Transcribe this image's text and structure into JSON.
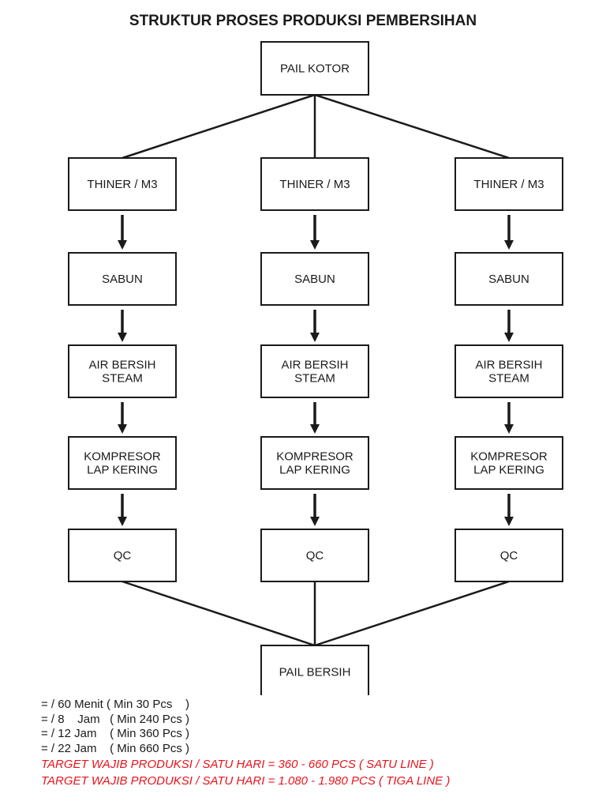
{
  "title": "STRUKTUR PROSES PRODUKSI PEMBERSIHAN",
  "top_node": "PAIL KOTOR",
  "bottom_node": "PAIL BERSIH",
  "lines": [
    {
      "steps": [
        [
          "THINER / M3"
        ],
        [
          "SABUN"
        ],
        [
          "AIR BERSIH",
          "STEAM"
        ],
        [
          "KOMPRESOR",
          "LAP KERING"
        ],
        [
          "QC"
        ]
      ]
    },
    {
      "steps": [
        [
          "THINER / M3"
        ],
        [
          "SABUN"
        ],
        [
          "AIR BERSIH",
          "STEAM"
        ],
        [
          "KOMPRESOR",
          "LAP KERING"
        ],
        [
          "QC"
        ]
      ]
    },
    {
      "steps": [
        [
          "THINER / M3"
        ],
        [
          "SABUN"
        ],
        [
          "AIR BERSIH",
          "STEAM"
        ],
        [
          "KOMPRESOR",
          "LAP KERING"
        ],
        [
          "QC"
        ]
      ]
    }
  ],
  "notes": [
    "= / 60 Menit ( Min 30 Pcs    )",
    "= / 8    Jam   ( Min 240 Pcs )",
    "= / 12 Jam    ( Min 360 Pcs )",
    "= / 22 Jam    ( Min 660 Pcs )"
  ],
  "targets": [
    "TARGET WAJIB PRODUKSI / SATU HARI = 360 - 660 PCS ( SATU LINE )",
    "TARGET WAJIB PRODUKSI / SATU HARI = 1.080 - 1.980 PCS ( TIGA LINE )"
  ],
  "colors": {
    "target_text": "#e8141c",
    "line": "#1a1a1a"
  }
}
